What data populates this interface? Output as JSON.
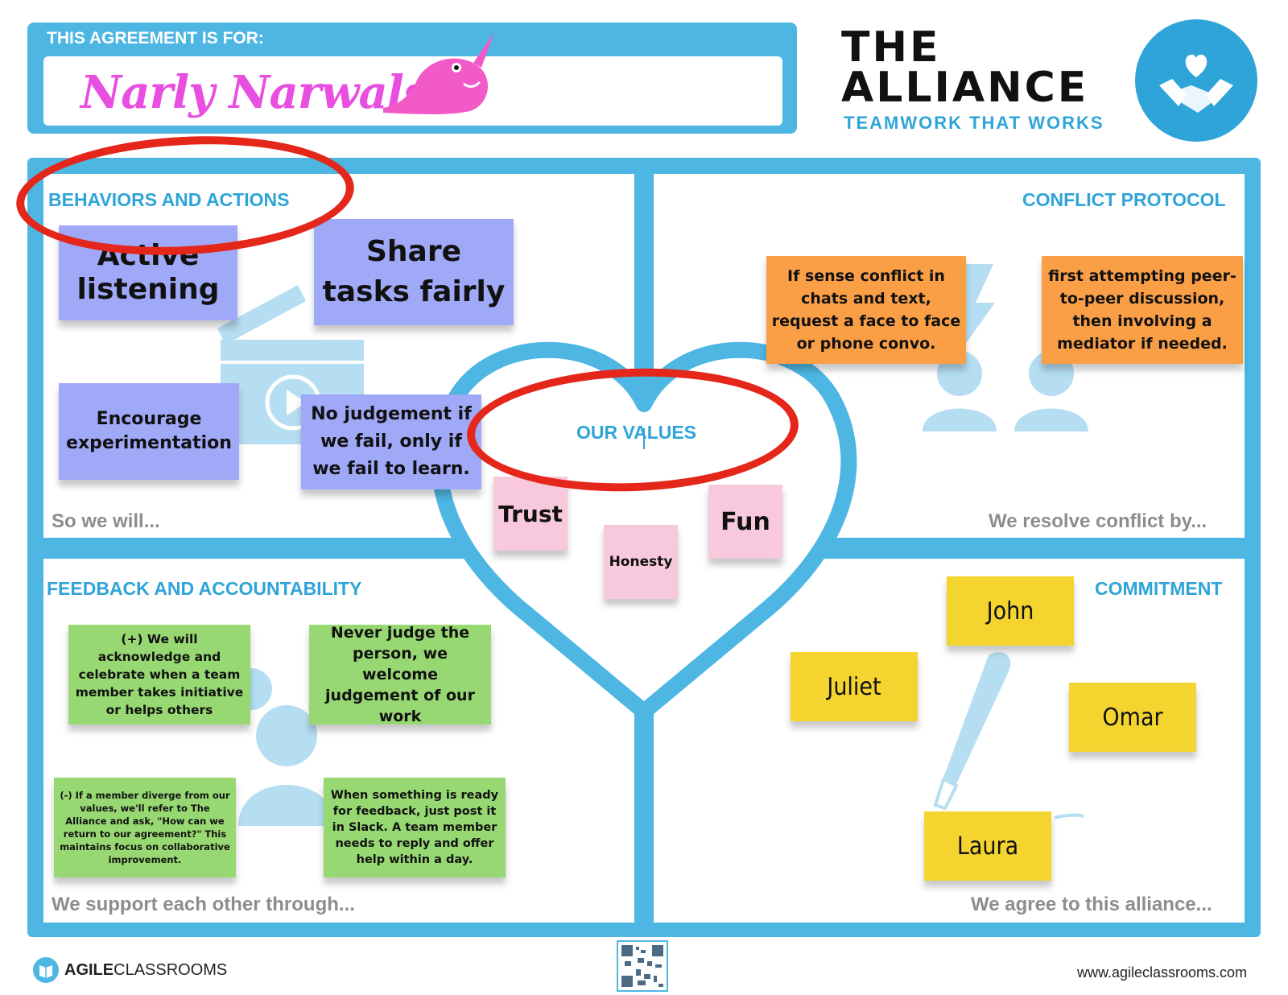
{
  "header": {
    "for_label": "THIS AGREEMENT IS FOR:",
    "team_name": "Narly Narwals",
    "logo_title_line1": "THE",
    "logo_title_line2": "ALLIANCE",
    "logo_tagline": "TEAMWORK THAT WORKS",
    "logo_icon": "handshake-heart-icon"
  },
  "behaviors": {
    "heading": "BEHAVIORS AND ACTIONS",
    "footer": "So we will...",
    "notes": [
      "Active listening",
      "Share tasks fairly",
      "Encourage experimentation",
      "No judgement if we fail, only if we fail to learn."
    ],
    "icon": "video-clapper-icon"
  },
  "conflict": {
    "heading": "CONFLICT PROTOCOL",
    "footer": "We resolve conflict by...",
    "notes": [
      "If sense conflict in chats and text, request a face to face or phone convo.",
      "first attempting peer-to-peer discussion, then involving a mediator if needed."
    ],
    "icon": "people-lightning-icon"
  },
  "values": {
    "heading": "OUR VALUES",
    "notes": [
      "Trust",
      "Honesty",
      "Fun"
    ],
    "icon": "heart-outline-icon"
  },
  "feedback": {
    "heading": "FEEDBACK AND ACCOUNTABILITY",
    "footer": "We support each other through...",
    "notes": [
      "(+) We will acknowledge and celebrate when a team member takes initiative or helps others",
      "Never judge the person, we welcome judgement of our work",
      "(-) If a  member diverge from our values, we'll refer to The Alliance and ask, \"How can we return to our agreement?\" This maintains focus on collaborative improvement.",
      "When something is ready for feedback, just post it in Slack.  A team member needs to reply and offer help within a day."
    ],
    "icon": "people-group-icon"
  },
  "commitment": {
    "heading": "COMMITMENT",
    "footer": "We  agree to this alliance...",
    "names": [
      "John",
      "Juliet",
      "Omar",
      "Laura"
    ],
    "icon": "fountain-pen-icon"
  },
  "footer": {
    "brand_bold": "AGILE",
    "brand_light": " CLASSROOMS",
    "website": "www.agileclassrooms.com",
    "qr_icon": "qr-code-icon",
    "book_icon": "book-icon"
  },
  "colors": {
    "accent": "#4db6e2",
    "heading_blue": "#2fa4d8",
    "annotation_red": "#e5261a",
    "team_name_pink": "#e84ee0"
  }
}
